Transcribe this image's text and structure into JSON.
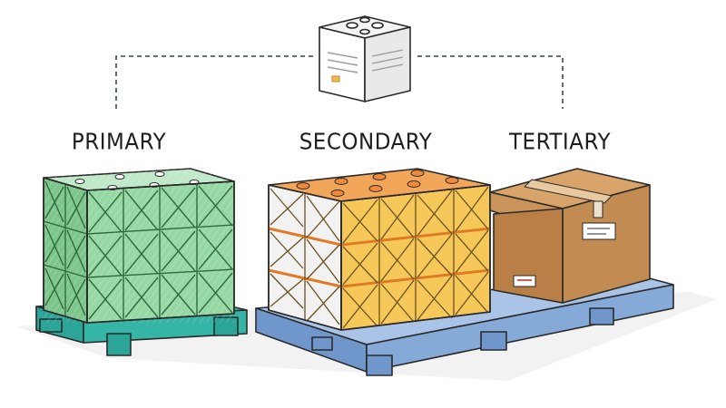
{
  "labels": {
    "primary": "PRIMARY",
    "secondary": "SECONDARY",
    "tertiary": "TERTIARY"
  },
  "icons": {
    "top": "packaged-unit-icon",
    "primary": "green-wrapped-pallet-icon",
    "secondary": "orange-crate-pallet-icon",
    "tertiary": "cardboard-box-icon"
  },
  "colors": {
    "primary_pallet": "#2bb3a3",
    "primary_load": "#8fd19e",
    "secondary_pallet": "#7fa6d6",
    "secondary_load": "#f3b94e",
    "tertiary_box": "#c9975f",
    "outline": "#2a2a2a"
  }
}
